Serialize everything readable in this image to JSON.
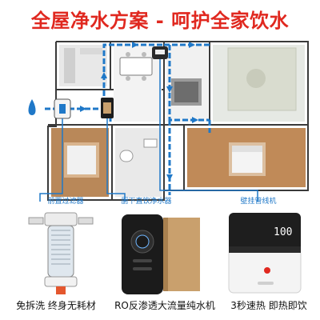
{
  "title": "全屋净水方案 - 呵护全家饮水",
  "colors": {
    "title": "#e0281f",
    "flow": "#1f78c8",
    "panel": "#d8d8d8",
    "wood": "#b3794a",
    "product_gold": "#c9a06d"
  },
  "devices": [
    {
      "label": "前置过滤器",
      "caption": "免拆洗 终身无耗材",
      "icon": "pre-filter-icon"
    },
    {
      "label": "厨下直饮净水器",
      "caption": "RO反渗透大流量纯水机",
      "icon": "ro-purifier-icon"
    },
    {
      "label": "壁挂管线机",
      "caption": "3秒速热 即热即饮",
      "icon": "wall-dispenser-icon"
    }
  ],
  "display_reading": "100"
}
